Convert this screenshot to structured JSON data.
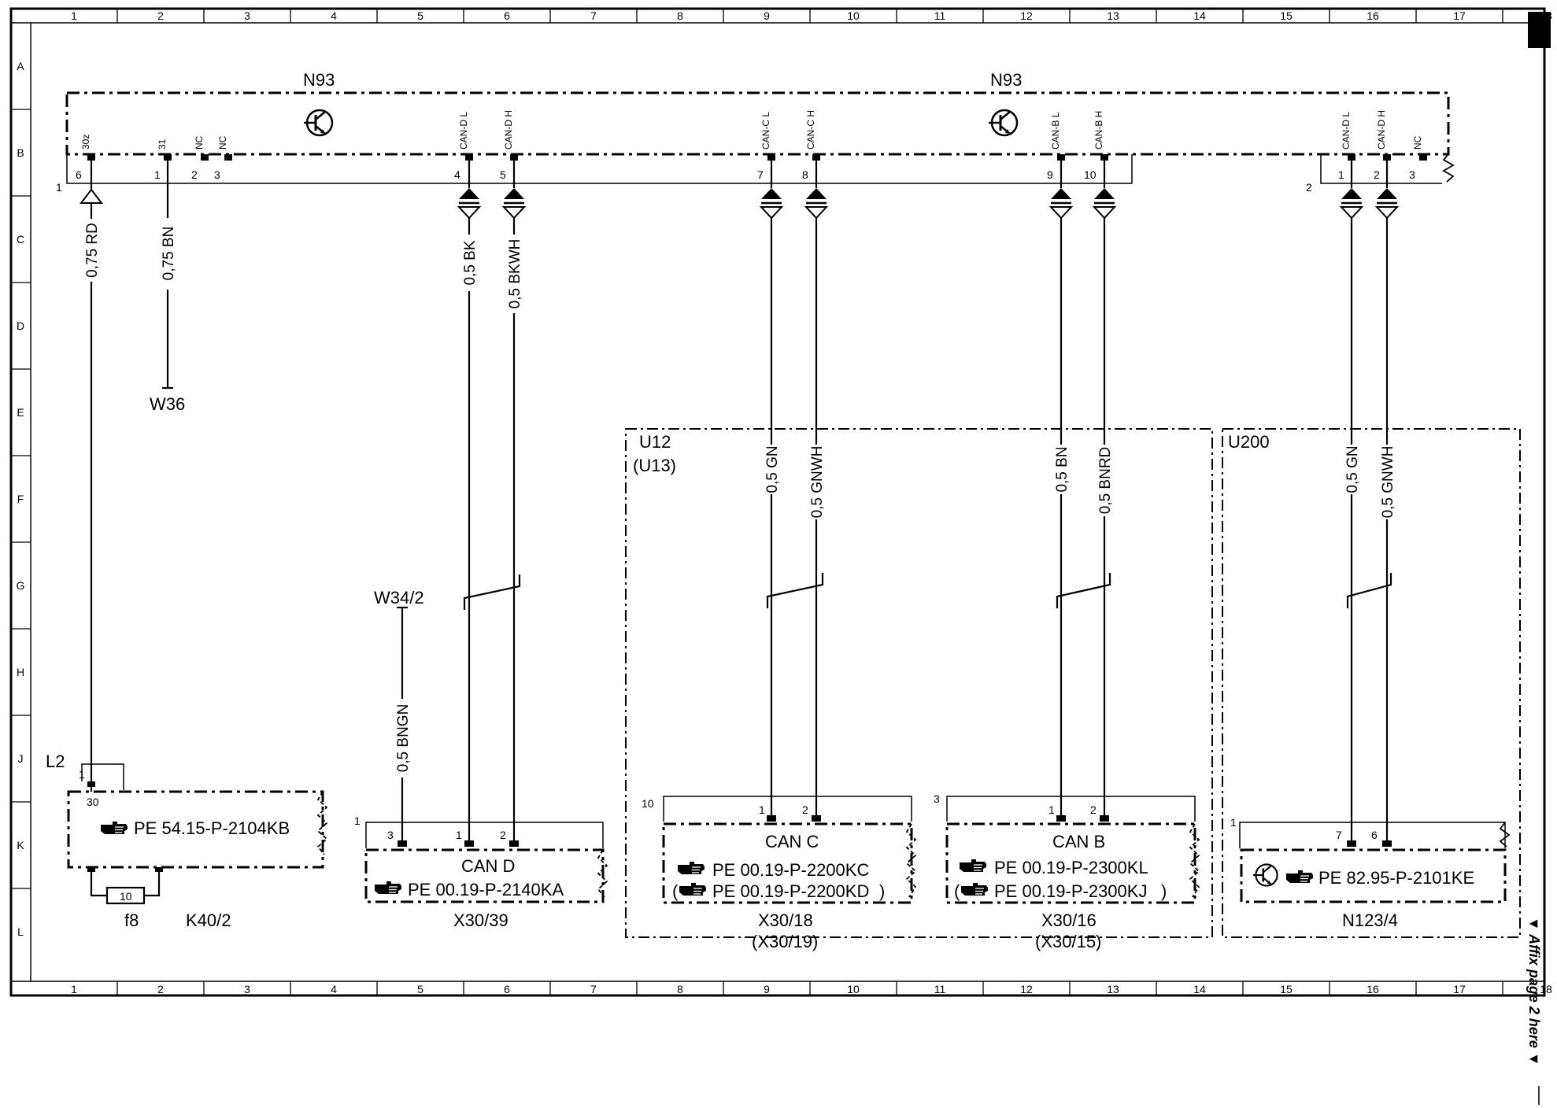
{
  "grid": {
    "columns": [
      "1",
      "2",
      "3",
      "4",
      "5",
      "6",
      "7",
      "8",
      "9",
      "10",
      "11",
      "12",
      "13",
      "14",
      "15",
      "16",
      "17",
      "18"
    ],
    "rows": [
      "A",
      "B",
      "C",
      "D",
      "E",
      "F",
      "G",
      "H",
      "J",
      "K",
      "L"
    ]
  },
  "components": {
    "n93_left": "N93",
    "n93_right": "N93",
    "w36": "W36",
    "w34_2": "W34/2",
    "l2": "L2",
    "f8": "f8",
    "k40_2": "K40/2",
    "u12": "U12",
    "u13": "(U13)",
    "u200": "U200",
    "x30_39": "X30/39",
    "x30_18": "X30/18",
    "x30_19": "(X30/19)",
    "x30_16": "X30/16",
    "x30_15": "(X30/15)",
    "n123_4": "N123/4",
    "fuse_value": "10"
  },
  "signals": {
    "p30z": "30z",
    "p31": "31",
    "nc1": "NC",
    "nc2": "NC",
    "can_d_l": "CAN-D L",
    "can_d_h": "CAN-D H",
    "can_c_l": "CAN-C L",
    "can_c_h": "CAN-C H",
    "can_b_l": "CAN-B L",
    "can_b_h": "CAN-B H",
    "can_d_l2": "CAN-D L",
    "can_d_h2": "CAN-D H",
    "nc3": "NC"
  },
  "pins": {
    "n93_c1": "1",
    "n93_c2": "2",
    "p6": "6",
    "p1": "1",
    "p2": "2",
    "p3": "3",
    "p4": "4",
    "p5": "5",
    "p7": "7",
    "p8": "8",
    "p9": "9",
    "p10": "10",
    "r1": "1",
    "r2": "2",
    "r3": "3",
    "l2_1": "1",
    "l2_30": "30",
    "x3039_conn": "1",
    "x3039_3": "3",
    "x3039_1": "1",
    "x3039_2": "2",
    "x3018_conn": "10",
    "x3018_1": "1",
    "x3018_2": "2",
    "x3016_conn": "3",
    "x3016_1": "1",
    "x3016_2": "2",
    "n123_conn": "1",
    "n123_7": "7",
    "n123_6": "6"
  },
  "wires": {
    "w1": "0,75 RD",
    "w2": "0,75 BN",
    "w3": "0,5 BK",
    "w4": "0,5 BKWH",
    "w5": "0,5 BNGN",
    "w6": "0,5 GN",
    "w7": "0,5 GNWH",
    "w8": "0,5 BN",
    "w9": "0,5 BNRD",
    "w10": "0,5 GN",
    "w11": "0,5 GNWH"
  },
  "connectors": {
    "can_d": "CAN D",
    "can_c": "CAN C",
    "can_b": "CAN B"
  },
  "refs": {
    "k40": "PE 54.15-P-2104KB",
    "can_d": "PE 00.19-P-2140KA",
    "can_c1": "PE 00.19-P-2200KC",
    "can_c2": "PE 00.19-P-2200KD",
    "can_b1": "PE 00.19-P-2300KL",
    "can_b2": "PE 00.19-P-2300KJ",
    "n123": "PE 82.95-P-2101KE"
  },
  "margin_note": "▼ Affix page 2 here ▼"
}
